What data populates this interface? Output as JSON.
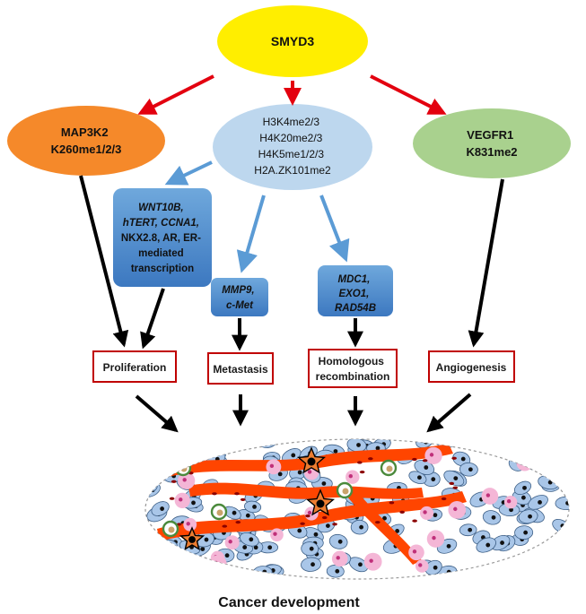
{
  "nodes": {
    "smyd3": {
      "lines": [
        "SMYD3"
      ]
    },
    "map3k2": {
      "lines": [
        "MAP3K2",
        "K260me1/2/3"
      ]
    },
    "histone": {
      "lines": [
        "H3K4me2/3",
        "H4K20me2/3",
        "H4K5me1/2/3",
        "H2A.ZK101me2"
      ]
    },
    "vegfr1": {
      "lines": [
        "VEGFR1",
        "K831me2"
      ]
    }
  },
  "gene_boxes": {
    "wnt": {
      "lines": [
        "WNT10B,",
        "hTERT, CCNA1,",
        "NKX2.8, AR, ER-",
        "mediated",
        "transcription"
      ]
    },
    "mmp": {
      "lines": [
        "MMP9,",
        "c-Met"
      ]
    },
    "mdc": {
      "lines": [
        "MDC1,",
        "EXO1,",
        "RAD54B"
      ]
    }
  },
  "outcomes": {
    "proliferation": {
      "lines": [
        "Proliferation"
      ]
    },
    "metastasis": {
      "lines": [
        "Metastasis"
      ]
    },
    "homologous": {
      "lines": [
        "Homologous",
        "recombination"
      ]
    },
    "angiogenesis": {
      "lines": [
        "Angiogenesis"
      ]
    }
  },
  "caption": "Cancer development",
  "colors": {
    "smyd3": "#ffee00",
    "map3k2": "#f5892a",
    "histone": "#bdd7ee",
    "vegfr1": "#a9d18e",
    "gene_box": "#4a86c8",
    "outcome_border": "#c00000",
    "arrow_red": "#e3000f",
    "arrow_blue": "#5b9bd5",
    "arrow_black": "#000000",
    "vessel": "#ff4500",
    "cell_blue": "#a9c6e8",
    "cell_pink": "#f4b6d6"
  }
}
